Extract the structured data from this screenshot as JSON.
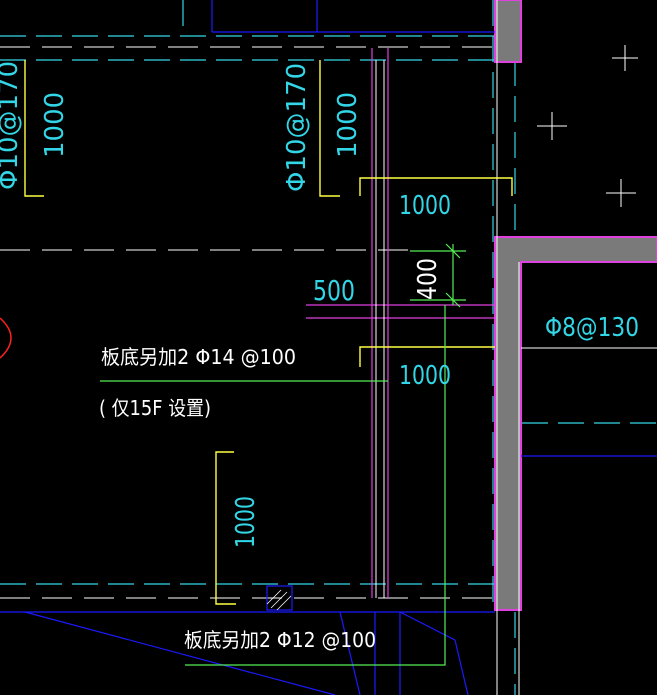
{
  "labels": {
    "top_left_rebar": "Φ10@170",
    "top_left_length": "1000",
    "top_mid_rebar": "Φ10@170",
    "top_mid_length": "1000",
    "upper_horizontal_length": "1000",
    "offset_500": "500",
    "offset_400": "400",
    "right_rebar": "Φ8@130",
    "note_slab_add_14": "板底另加2 Φ14 @100",
    "note_floor_only": "( 仅15F 设置)",
    "lower_horizontal_length": "1000",
    "vertical_length_lower": "1000",
    "note_slab_add_12": "板底另加2 Φ12 @100"
  },
  "colors": {
    "background": "#000000",
    "cyan": "#33d6e6",
    "white": "#ffffff",
    "magenta": "#e040e0",
    "yellow": "#ffff44",
    "green": "#55ee55",
    "blue": "#1a1aff",
    "wall_gray": "#7a7a7a",
    "red": "#ff2222"
  }
}
